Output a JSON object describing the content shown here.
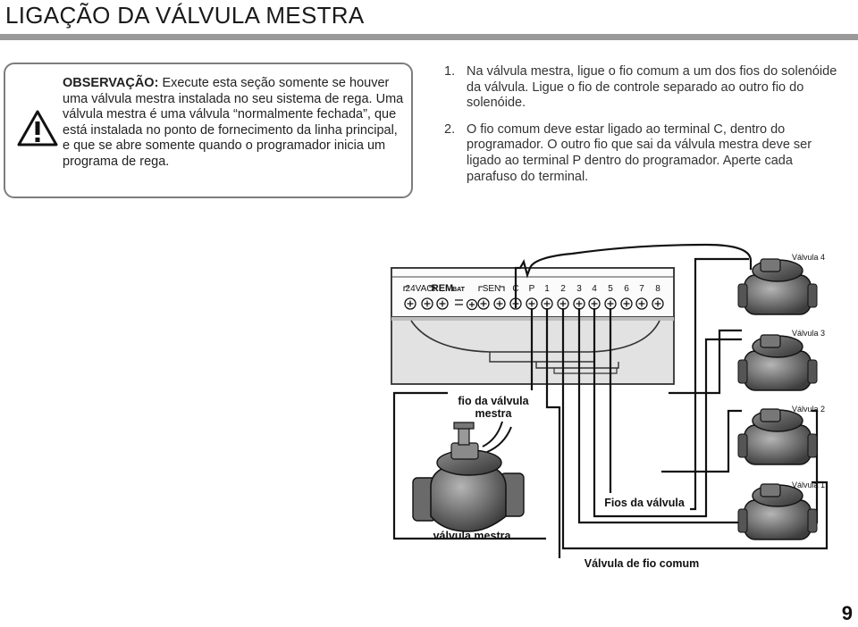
{
  "page": {
    "title": "LIGAÇÃO DA VÁLVULA MESTRA",
    "page_number": "9"
  },
  "note": {
    "label": "OBSERVAÇÃO:",
    "text": " Execute esta seção somente se houver uma válvula mestra instalada no seu sistema de rega. Uma válvula mestra é uma válvula “normalmente fechada”, que está instalada no ponto de fornecimento da linha principal, e que se abre somente quando o programador inicia um programa de rega.",
    "icon": "warning-triangle-icon"
  },
  "steps": [
    {
      "number": "1.",
      "text": "Na válvula mestra, ligue o fio comum a um dos fios do solenóide da válvula. Ligue o fio de controle separado ao outro fio do solenóide."
    },
    {
      "number": "2.",
      "text": "O fio comum deve estar ligado ao terminal C, dentro do programador. O outro fio que sai da válvula mestra deve ser ligado ao terminal P dentro do programador. Aperte cada parafuso do terminal."
    }
  ],
  "diagram": {
    "terminal_labels": {
      "vac": "24VAC",
      "rem": "REM",
      "bat": "BAT",
      "sen": "SEN",
      "c": "C",
      "p": "P",
      "zones": [
        "1",
        "2",
        "3",
        "4",
        "5",
        "6",
        "7",
        "8"
      ]
    },
    "valves": [
      "Válvula 4",
      "Válvula 3",
      "Válvula 2",
      "Válvula 1"
    ],
    "callouts": {
      "master_wire_line1": "fio da válvula",
      "master_wire_line2": "mestra",
      "valve_wires": "Fios da válvula",
      "master_valve": "válvula mestra",
      "common_wire": "Válvula de fio comum"
    }
  }
}
